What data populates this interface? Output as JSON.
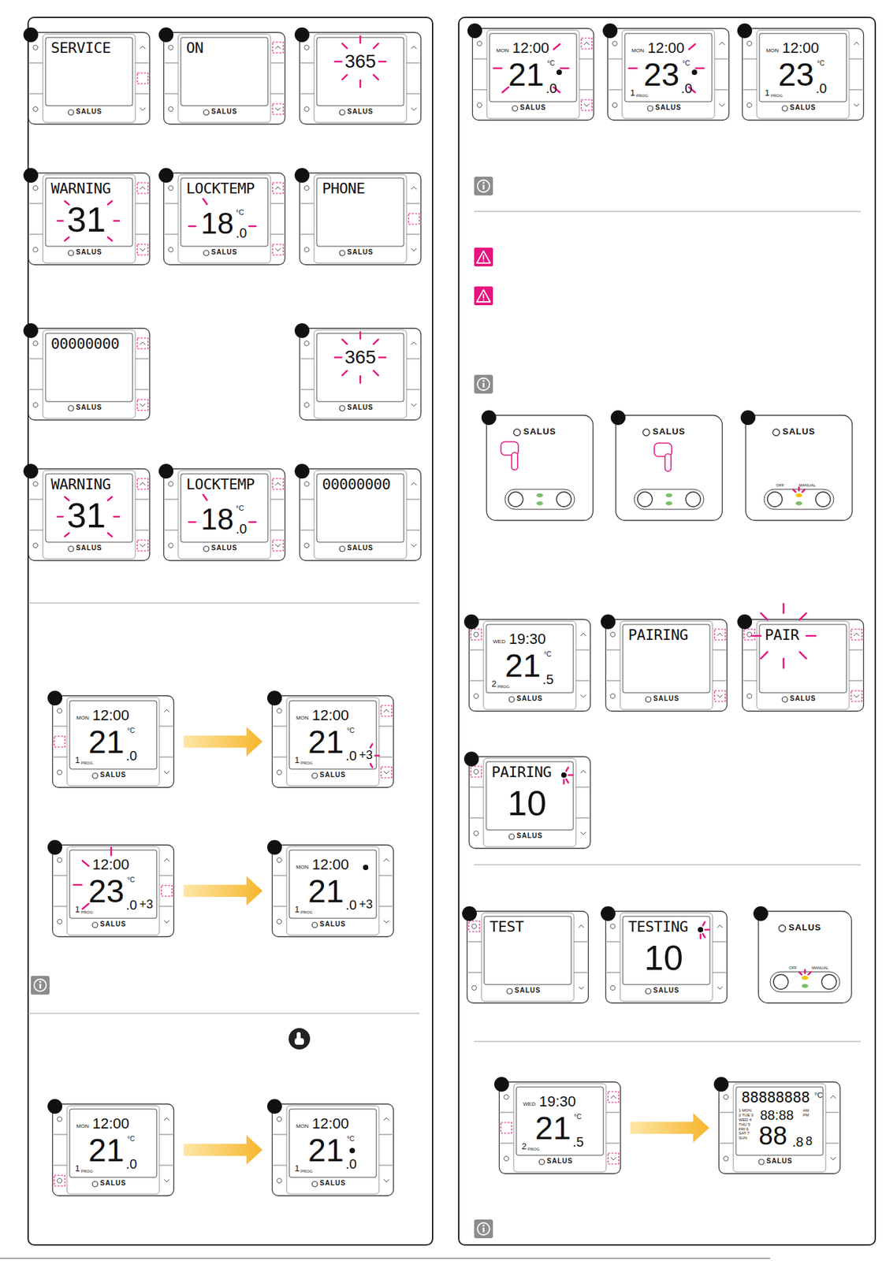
{
  "diagram": {
    "nodes": [
      {
        "text": [
          "SERVICE",
          "SALUS"
        ]
      },
      {
        "text": [
          "ON",
          "SALUS"
        ]
      },
      {
        "text": [
          "365",
          "SALUS"
        ]
      },
      {
        "text": [
          "WARNING",
          "31",
          "SALUS"
        ]
      },
      {
        "text": [
          "LOCKTEMP",
          "18",
          ".0",
          "°C",
          "SALUS"
        ]
      },
      {
        "text": [
          "PHONE",
          "SALUS"
        ]
      },
      {
        "text": [
          "00000000",
          "SALUS"
        ]
      },
      {
        "text": [
          "365",
          "SALUS"
        ]
      },
      {
        "text": [
          "WARNING",
          "31",
          "SALUS"
        ]
      },
      {
        "text": [
          "LOCKTEMP",
          "18",
          ".0",
          "°C",
          "SALUS"
        ]
      },
      {
        "text": [
          "00000000",
          "SALUS"
        ]
      },
      {
        "text": [
          "MON",
          "12:00",
          "21",
          ".0",
          "°C",
          "1",
          "PROG",
          "SALUS"
        ]
      },
      {
        "text": [
          "MON",
          "12:00",
          "21",
          ".0",
          "+3",
          "°C",
          "1",
          "PROG",
          "SALUS"
        ]
      },
      {
        "text": [
          "12:00",
          "23",
          ".0",
          "+3",
          "°C",
          "1",
          "PROG",
          "SALUS"
        ]
      },
      {
        "text": [
          "MON",
          "12:00",
          "21",
          ".0",
          "+3",
          "1",
          "PROG",
          "SALUS"
        ]
      },
      {
        "text": [
          "MON",
          "12:00",
          "21",
          ".0",
          "°C",
          "1",
          "PROG",
          "SALUS"
        ]
      },
      {
        "text": [
          "MON",
          "12:00",
          "21",
          ".0",
          "°C",
          "1",
          "PROG",
          "SALUS"
        ]
      },
      {
        "text": [
          "MON",
          "12:00",
          "21",
          ".0",
          "°C",
          "SALUS"
        ]
      },
      {
        "text": [
          "MON",
          "12:00",
          "23",
          ".0",
          "°C",
          "1",
          "PROG",
          "SALUS"
        ]
      },
      {
        "text": [
          "MON",
          "12:00",
          "23",
          ".0",
          "°C",
          "1",
          "PROG",
          "SALUS"
        ]
      },
      {
        "text": [
          "SALUS"
        ]
      },
      {
        "text": [
          "SALUS"
        ]
      },
      {
        "text": [
          "SALUS",
          "OFF",
          "MANUAL"
        ]
      },
      {
        "text": [
          "WED",
          "19:30",
          "21",
          ".5",
          "°C",
          "2",
          "PROG",
          "SALUS"
        ]
      },
      {
        "text": [
          "PAIRING",
          "SALUS"
        ]
      },
      {
        "text": [
          "PAIR",
          "SALUS"
        ]
      },
      {
        "text": [
          "PAIRING",
          "10",
          "SALUS"
        ]
      },
      {
        "text": [
          "TEST",
          "SALUS"
        ]
      },
      {
        "text": [
          "TESTING",
          "10",
          "SALUS"
        ]
      },
      {
        "text": [
          "SALUS",
          "OFF",
          "MANUAL"
        ]
      },
      {
        "text": [
          "WED",
          "19:30",
          "21",
          ".5",
          "°C",
          "2",
          "PROG",
          "SALUS"
        ]
      },
      {
        "text": [
          "88888888",
          "°C",
          "1 MON 2 TUE 3 WED 4 THU 5 FRI 6 SAT 7 SUN",
          "88:88",
          "AM PM",
          "88",
          ".8",
          "8",
          "SALUS"
        ]
      }
    ],
    "edges": [
      {
        "from": 11,
        "to": 12,
        "arrow": "to"
      },
      {
        "from": 13,
        "to": 14,
        "arrow": "to"
      },
      {
        "from": 15,
        "to": 16,
        "arrow": "to"
      },
      {
        "from": 30,
        "to": 31,
        "arrow": "to"
      }
    ]
  }
}
